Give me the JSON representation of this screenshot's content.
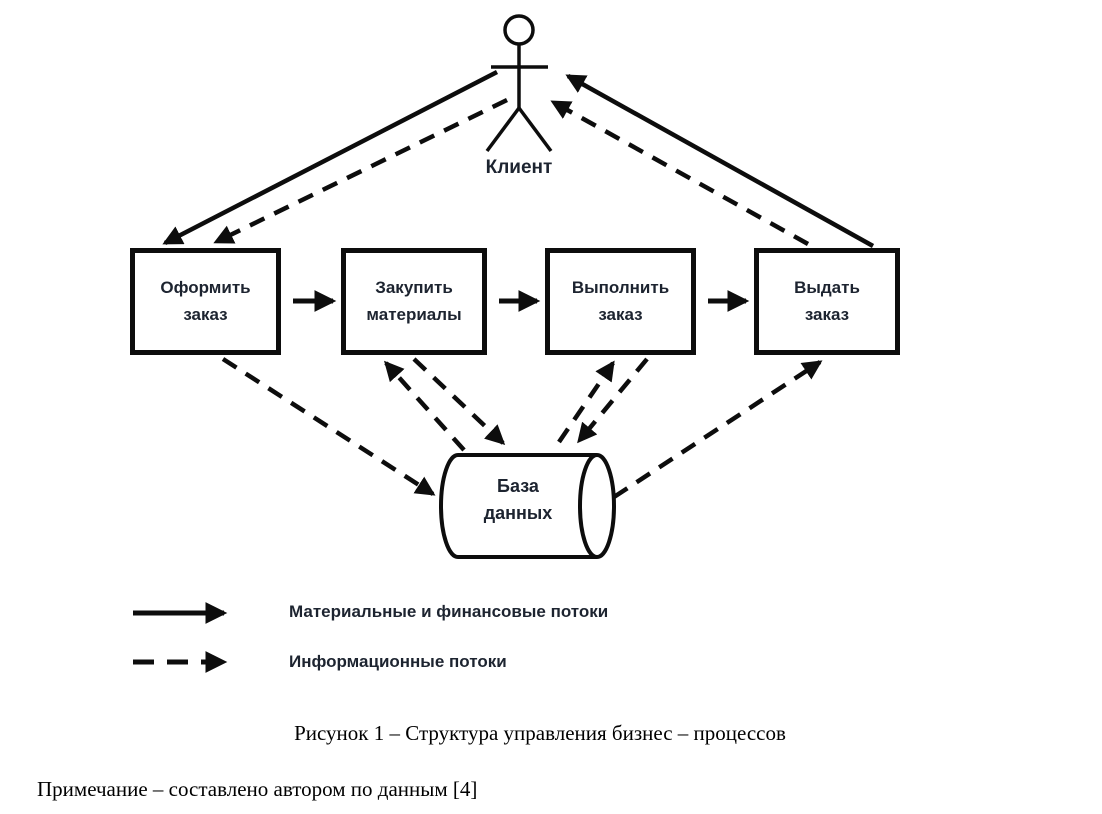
{
  "figure": {
    "actor": {
      "label": "Клиент"
    },
    "processes": [
      {
        "label": "Оформить\nзаказ"
      },
      {
        "label": "Закупить\nматериалы"
      },
      {
        "label": "Выполнить\nзаказ"
      },
      {
        "label": "Выдать\nзаказ"
      }
    ],
    "datastore": {
      "label": "База\nданных"
    },
    "legend": {
      "items": [
        {
          "arrow_style": "solid",
          "label": "Материальные и финансовые потоки"
        },
        {
          "arrow_style": "dashed",
          "label": "Информационные потоки"
        }
      ]
    },
    "flows": [
      {
        "from": "Клиент",
        "to": "Оформить заказ",
        "types": [
          "material-financial",
          "information"
        ]
      },
      {
        "from": "Оформить заказ",
        "to": "Закупить материалы",
        "types": [
          "material-financial"
        ]
      },
      {
        "from": "Закупить материалы",
        "to": "Выполнить заказ",
        "types": [
          "material-financial"
        ]
      },
      {
        "from": "Выполнить заказ",
        "to": "Выдать заказ",
        "types": [
          "material-financial"
        ]
      },
      {
        "from": "Выдать заказ",
        "to": "Клиент",
        "types": [
          "material-financial",
          "information"
        ]
      },
      {
        "from": "Оформить заказ",
        "to": "База данных",
        "types": [
          "information"
        ]
      },
      {
        "from": "Закупить материалы",
        "to": "База данных",
        "types": [
          "information"
        ],
        "bidirectional": true
      },
      {
        "from": "Выполнить заказ",
        "to": "База данных",
        "types": [
          "information"
        ],
        "bidirectional": true
      },
      {
        "from": "База данных",
        "to": "Выдать заказ",
        "types": [
          "information"
        ]
      }
    ],
    "colors": {
      "line": "#0d0d0d",
      "diagram_text": "#1d2430",
      "document_text": "#000000",
      "background": "#ffffff"
    }
  },
  "caption": "Рисунок 1 – Структура управления бизнес – процессов",
  "note": "Примечание – составлено автором по данным [4]"
}
